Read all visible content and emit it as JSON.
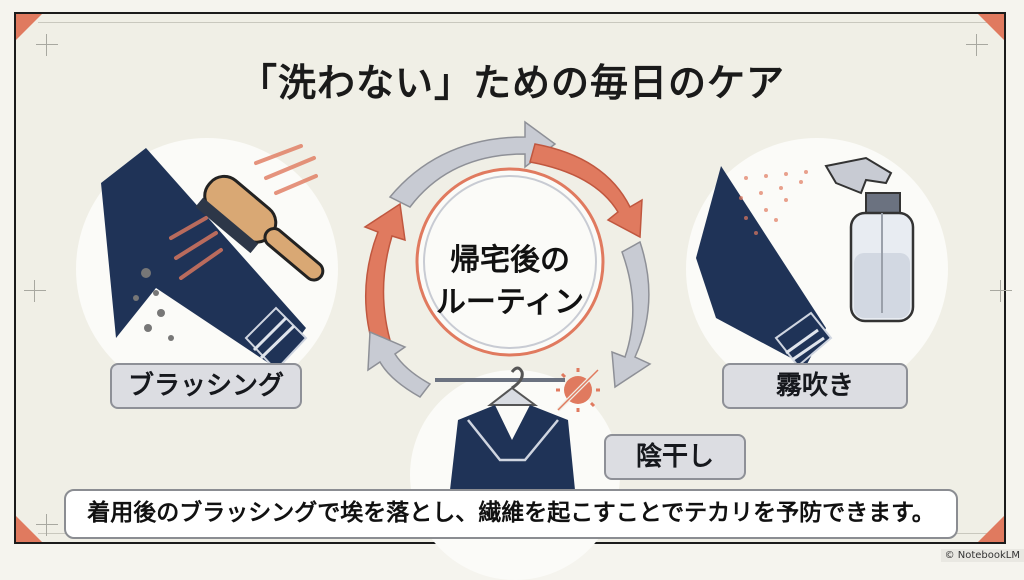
{
  "title": "「洗わない」ための毎日のケア",
  "center": {
    "line1": "帰宅後の",
    "line2": "ルーティン"
  },
  "steps": [
    {
      "label": "ブラッシング",
      "icon": "brush-on-sleeve-icon"
    },
    {
      "label": "霧吹き",
      "icon": "spray-bottle-on-sleeve-icon"
    },
    {
      "label": "陰干し",
      "icon": "uniform-on-hanger-shade-icon"
    }
  ],
  "caption": "着用後のブラッシングで埃を落とし、繊維を起こすことでテカリを予防できます。",
  "credit": "© NotebookLM",
  "colors": {
    "background": "#f0efe6",
    "accent": "#e07a5f",
    "arrow_gray": "#c8cbd3",
    "navy": "#1f3357",
    "label_bg": "#dcdde2"
  }
}
